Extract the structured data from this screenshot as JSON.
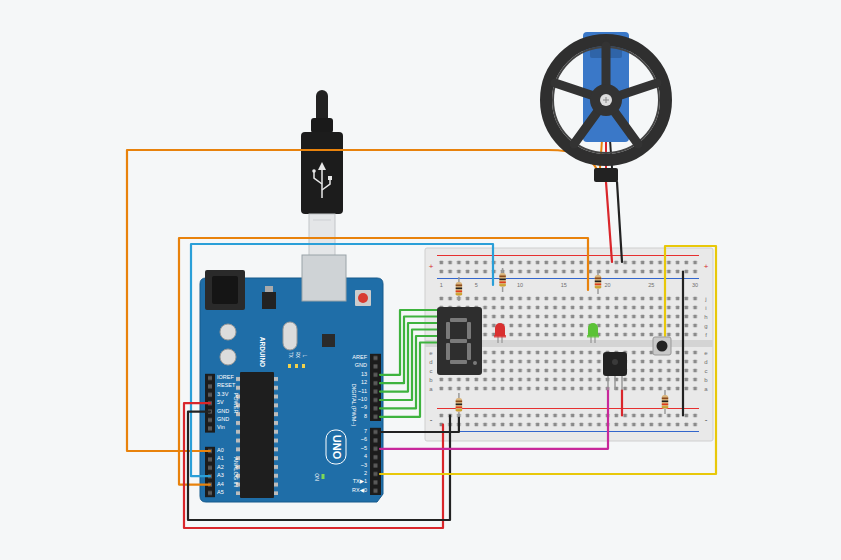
{
  "diagram": {
    "labels": [
      "AREF",
      "GND",
      "13",
      "12",
      "~11",
      "~10",
      "~9",
      "8",
      "7",
      "~6",
      "~5",
      "4",
      "~3",
      "2",
      "TX▶1",
      "RX◀0",
      "DIGITAL (PWM~)",
      "ARDUINO",
      "UNO",
      "ON",
      "IOREF",
      "RESET",
      "3.3V",
      "5V",
      "GND",
      "GND",
      "Vin",
      "POWER",
      "A0",
      "A1",
      "A2",
      "A3",
      "A4",
      "A5",
      "ANALOG IN",
      "L",
      "TX",
      "RX",
      "1",
      "5",
      "10",
      "15",
      "20",
      "25",
      "30",
      "j",
      "i",
      "h",
      "g",
      "f",
      "e",
      "d",
      "c",
      "b",
      "a",
      "e",
      "d",
      "c",
      "b",
      "a",
      "+",
      "+",
      "-",
      "-"
    ]
  }
}
